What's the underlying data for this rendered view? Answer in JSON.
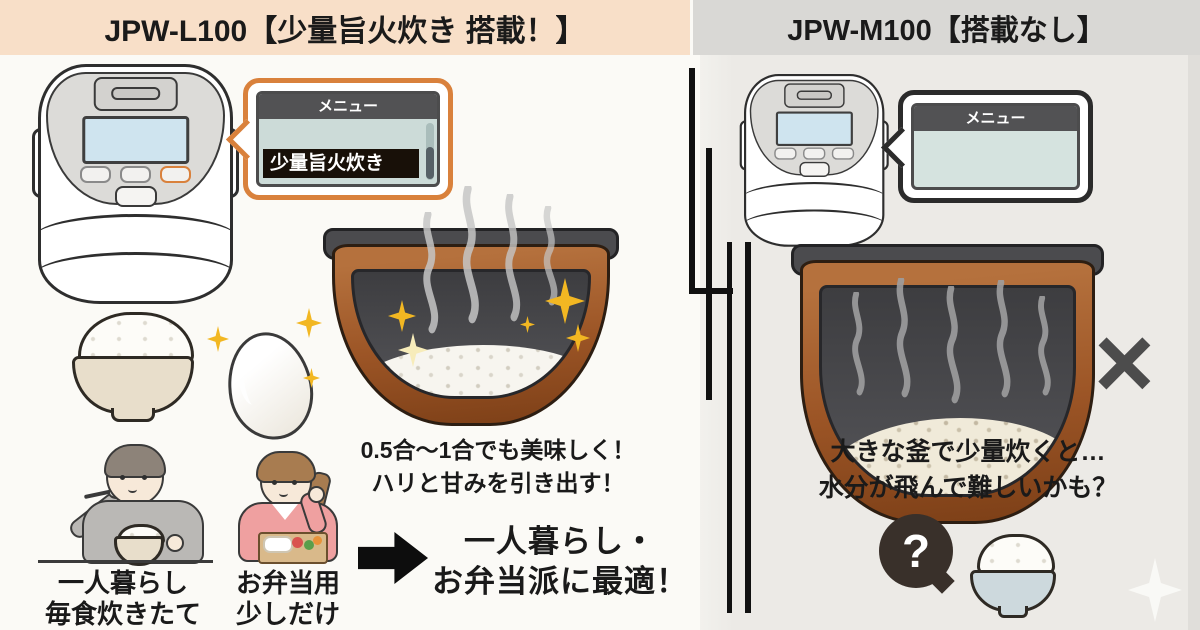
{
  "left_panel": {
    "title": "JPW-L100【少量旨火炊き 搭載！】",
    "menu_screen": {
      "header": "メニュー",
      "selected_item": "少量旨火炊き"
    },
    "pot_caption": {
      "line1": "0.5合〜1合でも美味しく！",
      "line2": "ハリと甘みを引き出す！"
    },
    "persona_single": {
      "line1": "一人暮らし",
      "line2": "毎食炊きたて"
    },
    "persona_bento": {
      "line1": "お弁当用",
      "line2": "少しだけ"
    },
    "conclusion": {
      "line1": "一人暮らし・",
      "line2": "お弁当派に最適！"
    }
  },
  "right_panel": {
    "title": "JPW-M100【搭載なし】",
    "menu_screen": {
      "header": "メニュー"
    },
    "caption": {
      "line1": "大きな釜で少量炊くと…",
      "line2": "水分が飛んで難しいかも？"
    },
    "question_mark": "?",
    "cross_mark": "×"
  },
  "colors": {
    "left_header_bg": "#f8dfc8",
    "right_header_bg": "#d9d8d5",
    "left_body_bg": "#fbfaf6",
    "right_body_bg": "#eceae6",
    "accent_orange": "#d9813c",
    "pot_copper": "#9c5526",
    "sparkle_yellow": "#f2b722",
    "text_dark": "#1a1a1a"
  }
}
